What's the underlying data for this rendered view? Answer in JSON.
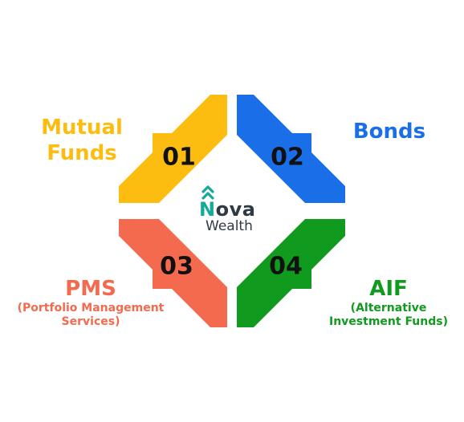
{
  "colors": {
    "yellow": "#FDBD10",
    "blue": "#1A6EE8",
    "coral": "#F46A4E",
    "green": "#109A1E",
    "logo_teal": "#14A99A",
    "logo_dark": "#2F3A45"
  },
  "logo": {
    "icon": "double-chevron-up-icon",
    "initial": "N",
    "rest": "ova",
    "sub": "Wealth"
  },
  "items": [
    {
      "number": "01",
      "title_line1": "Mutual",
      "title_line2": "Funds"
    },
    {
      "number": "02",
      "title_line1": "Bonds"
    },
    {
      "number": "03",
      "title_line1": "PMS",
      "subtitle_line1": "(Portfolio Management",
      "subtitle_line2": "Services)"
    },
    {
      "number": "04",
      "title_line1": "AIF",
      "subtitle_line1": "(Alternative",
      "subtitle_line2": "Investment Funds)"
    }
  ]
}
